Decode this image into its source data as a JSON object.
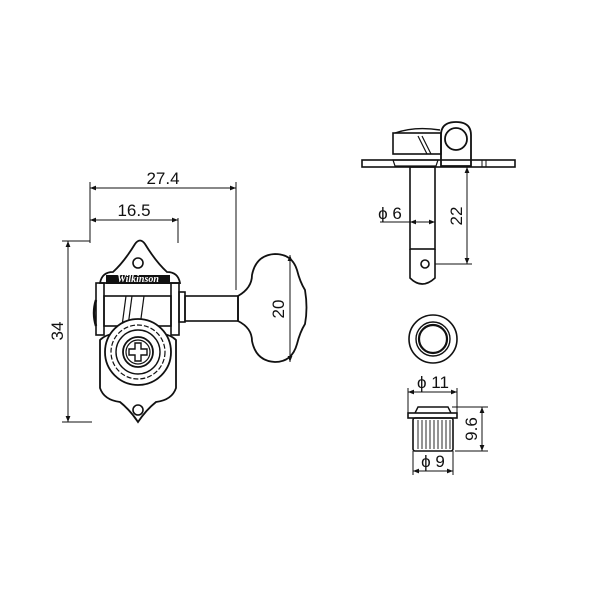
{
  "diagram": {
    "subject": "Guitar tuning machine dimension drawing",
    "brand_logo": "Wilkinson",
    "line_color": "#111111",
    "background": "#ffffff"
  },
  "front_view": {
    "dimensions": {
      "overall_width": "27.4",
      "post_offset": "16.5",
      "height": "34",
      "button_height": "20"
    }
  },
  "side_view": {
    "dimensions": {
      "post_diameter": "ϕ 6",
      "post_length": "22"
    }
  },
  "bushing_view": {
    "dimensions": {
      "flange_diameter": "ϕ 11",
      "height": "9.6",
      "body_diameter": "ϕ 9"
    }
  }
}
